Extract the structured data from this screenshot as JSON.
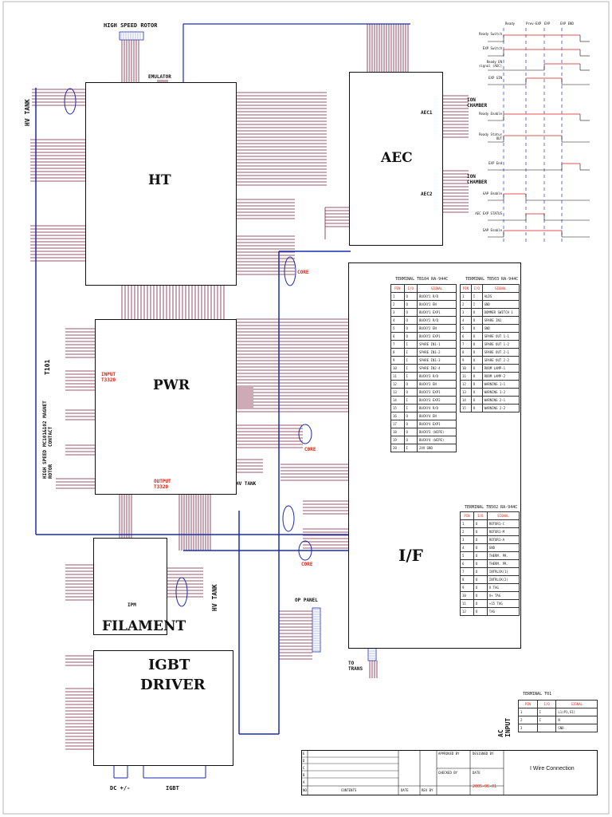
{
  "colors": {
    "wire": "#7a1f3d",
    "bus": "#1a2bb0",
    "accent": "#d21",
    "timing": "#e05555",
    "dashes": "#2233cc"
  },
  "labels": {
    "high_speed_rotor": "HIGH SPEED ROTOR",
    "emulator": "EMULATOR",
    "hv_tank_left": "HV TANK",
    "ht": "HT",
    "aec": "AEC",
    "pwr": "PWR",
    "filament": "FILAMENT",
    "igbt_driver_line1": "IGBT",
    "igbt_driver_line2": "DRIVER",
    "if_board": "I/F",
    "ipm": "IPM",
    "op_panel": "OP PANEL",
    "to_trans": "TO TRANS",
    "dc_pm": "DC +/-",
    "igbt_bottom": "IGBT",
    "hv_tank_right1": "HV TANK",
    "hv_tank_right2": "HV TANK",
    "t101": "T101",
    "mc101": "MC101&102 MAGNET CONTACT",
    "high_speed_rotor_left": "HIGH SPEED ROTOR",
    "ac_input": "AC INPUT",
    "ion_chamber_1": "ION CHAMBER",
    "ion_chamber_2": "ION CHAMBER",
    "aec1": "AEC1",
    "aec2": "AEC2",
    "input_t": "INPUT T3320",
    "output_t": "OUTPUT T3320",
    "core1": "CORE",
    "core2": "CORE",
    "core3": "CORE"
  },
  "timing": {
    "headers": [
      "Ready",
      "Prev-EXP",
      "EXP",
      "EXP END"
    ],
    "rows": [
      "Ready Switch",
      "EXP Switch",
      "Ready EN signal (AEC)",
      "EXP GIN",
      "Ready Enable",
      "Ready Status OUT",
      "EXP End",
      "GAP Enable",
      "AEC EXP STATUS",
      "GAP Enable"
    ]
  },
  "terminal_tb104": {
    "title": "TERMINAL TB104 RA-944C",
    "header": [
      "PIN",
      "I/O",
      "SIGNAL"
    ],
    "rows": [
      [
        "1",
        "O",
        "BUCKY1 R/D"
      ],
      [
        "2",
        "O",
        "BUCKY1 EN"
      ],
      [
        "3",
        "O",
        "BUCKY1 EXP1"
      ],
      [
        "4",
        "O",
        "BUCKY2 R/D"
      ],
      [
        "5",
        "O",
        "BUCKY2 EN"
      ],
      [
        "6",
        "O",
        "BUCKY2 EXP1"
      ],
      [
        "7",
        "I",
        "SPARE IN1-1"
      ],
      [
        "8",
        "I",
        "SPARE IN1-2"
      ],
      [
        "9",
        "I",
        "SPARE IN1-3"
      ],
      [
        "10",
        "I",
        "SPARE IN2-4"
      ],
      [
        "11",
        "I",
        "BUCKY3 R/D"
      ],
      [
        "12",
        "O",
        "BUCKY3 EN"
      ],
      [
        "13",
        "O",
        "BUCKY3 EXP1"
      ],
      [
        "14",
        "I",
        "BUCKY3 EXP2"
      ],
      [
        "15",
        "I",
        "BUCKY4 R/D"
      ],
      [
        "16",
        "O",
        "BUCKY4 EN"
      ],
      [
        "17",
        "O",
        "BUCKY4 EXP1"
      ],
      [
        "18",
        "O",
        "BUCKY3 (WIPE)"
      ],
      [
        "19",
        "O",
        "BUCKY4 (WIPE)"
      ],
      [
        "20",
        "I",
        "24V GND"
      ]
    ]
  },
  "terminal_tb503": {
    "title": "TERMINAL TB503 RA-944C",
    "header": [
      "PIN",
      "I/O",
      "SIGNAL"
    ],
    "rows": [
      [
        "1",
        "I",
        "ALDS"
      ],
      [
        "2",
        "I",
        "GND"
      ],
      [
        "3",
        "O",
        "DOMMER SWITCH 1"
      ],
      [
        "4",
        "O",
        "SPARE IN1"
      ],
      [
        "5",
        "O",
        "GND"
      ],
      [
        "6",
        "O",
        "SPARE OUT 1-1"
      ],
      [
        "7",
        "O",
        "SPARE OUT 1-2"
      ],
      [
        "8",
        "O",
        "SPARE OUT 2-1"
      ],
      [
        "9",
        "O",
        "SPARE OUT 2-2"
      ],
      [
        "10",
        "O",
        "ROOM LAMP-1"
      ],
      [
        "11",
        "O",
        "ROOM LAMP-2"
      ],
      [
        "12",
        "O",
        "WARNING 1-1"
      ],
      [
        "13",
        "O",
        "WARNING 1-2"
      ],
      [
        "14",
        "O",
        "WARNING 2-1"
      ],
      [
        "15",
        "O",
        "WARNING 2-2"
      ]
    ]
  },
  "terminal_tb502": {
    "title": "TERMINAL TB502 RA-944C",
    "header": [
      "PIN",
      "I/O",
      "SIGNAL"
    ],
    "rows": [
      [
        "1",
        "O",
        "ROTOR1-C"
      ],
      [
        "2",
        "O",
        "ROTOR1-M"
      ],
      [
        "3",
        "O",
        "ROTOR1-A"
      ],
      [
        "4",
        "O",
        "GND"
      ],
      [
        "5",
        "O",
        "THERM. PR."
      ],
      [
        "6",
        "O",
        "THERM. PR."
      ],
      [
        "7",
        "O",
        "INTRLCK(1)"
      ],
      [
        "8",
        "O",
        "INTRLCK(2)"
      ],
      [
        "9",
        "O",
        "V TAG"
      ],
      [
        "10",
        "O",
        "V+ TAG"
      ],
      [
        "11",
        "O",
        "+15 TAG"
      ],
      [
        "12",
        "O",
        "TAG"
      ]
    ]
  },
  "terminal_t01": {
    "title": "TERMINAL T01",
    "header": [
      "PIN",
      "I/O",
      "SIGNAL"
    ],
    "rows": [
      [
        "1",
        "I",
        "L1(P1,S1)"
      ],
      [
        "2",
        "I",
        "N"
      ],
      [
        "3",
        "",
        "GND"
      ]
    ]
  },
  "title_block": {
    "approved_by": "APPROVED BY",
    "designed_by": "DESIGNED BY",
    "checked_by": "CHECKED BY",
    "date": "DATE",
    "date_value": "2005-06-01",
    "contents": "CONTENTS",
    "date_col": "DATE",
    "rev_by": "REV BY",
    "no": "NO",
    "drawing_title": "I Wire Connection",
    "rev_letters": [
      "E",
      "D",
      "C",
      "B",
      "A"
    ]
  }
}
